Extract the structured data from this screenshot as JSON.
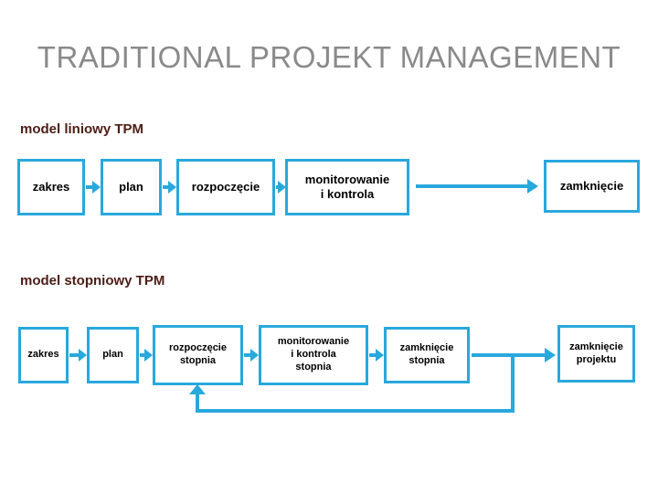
{
  "title": "TRADITIONAL PROJEKT MANAGEMENT",
  "colors": {
    "accent": "#29a8dc",
    "title_text": "#8a8a8a",
    "section_label_text": "#4d1d15",
    "box_text": "#000000",
    "background": "#ffffff"
  },
  "sections": [
    {
      "label": "model liniowy TPM",
      "boxes": [
        {
          "label": "zakres"
        },
        {
          "label": "plan"
        },
        {
          "label": "rozpoczęcie"
        },
        {
          "label": "monitorowanie\ni kontrola"
        },
        {
          "label": "zamknięcie"
        }
      ]
    },
    {
      "label": "model stopniowy TPM",
      "boxes": [
        {
          "label": "zakres"
        },
        {
          "label": "plan"
        },
        {
          "label": "rozpoczęcie\nstopnia"
        },
        {
          "label": "monitorowanie\ni kontrola\nstopnia"
        },
        {
          "label": "zamknięcie\nstopnia"
        },
        {
          "label": "zamknięcie\nprojektu"
        }
      ]
    }
  ]
}
